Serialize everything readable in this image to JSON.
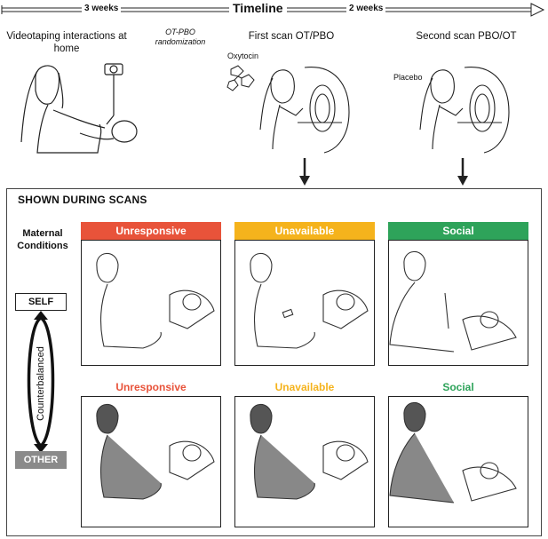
{
  "timeline": {
    "left_duration": "3 weeks",
    "title": "Timeline",
    "right_duration": "2 weeks"
  },
  "steps": {
    "home_label": "Videotaping interactions at home",
    "randomization": "OT-PBO randomization",
    "first_scan": "First scan OT/PBO",
    "second_scan": "Second scan PBO/OT",
    "oxytocin": "Oxytocin",
    "placebo": "Placebo"
  },
  "scans_panel": {
    "title": "SHOWN DURING SCANS",
    "maternal_conditions": "Maternal Conditions",
    "conditions": [
      {
        "label": "Unresponsive",
        "color": "#e8533a"
      },
      {
        "label": "Unavailable",
        "color": "#f5b31c"
      },
      {
        "label": "Social",
        "color": "#2ea35a"
      }
    ],
    "self_label": "SELF",
    "other_label": "OTHER",
    "counterbalanced": "Counterbalanced"
  }
}
